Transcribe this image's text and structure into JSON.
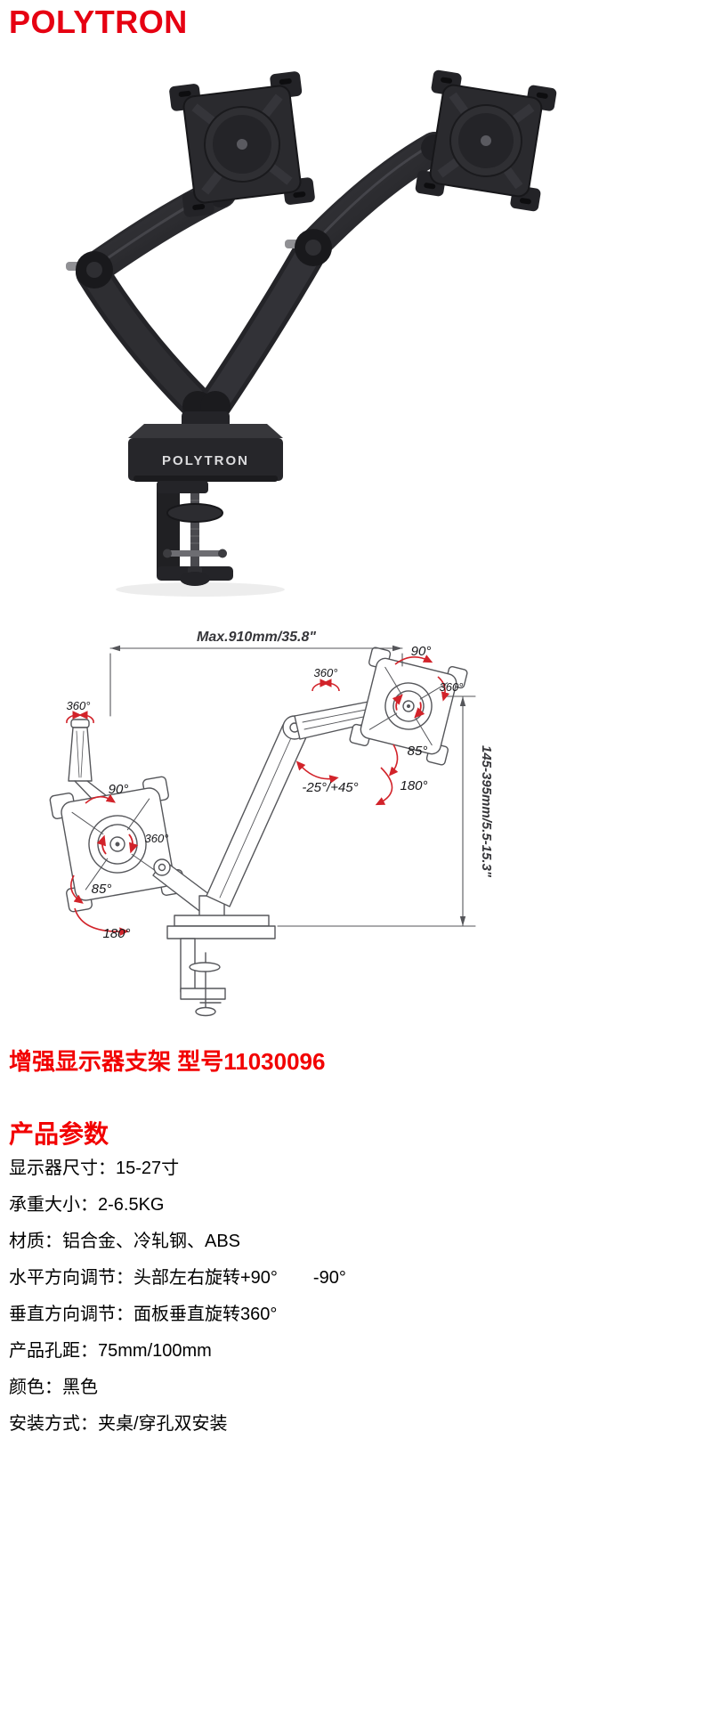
{
  "colors": {
    "brand_red": "#e60012",
    "heading_red": "#f20000",
    "line_gray": "#55565a",
    "arrow_red": "#d2232a",
    "product_black": "#232327"
  },
  "brand": {
    "logo": "POLYTRON"
  },
  "photo": {
    "base_label": "POLYTRON"
  },
  "diagram": {
    "width_dim": "Max.910mm/35.8\"",
    "height_dim": "145-395mm/5.5-15.3\"",
    "angles": {
      "top_right_swivel": "90°",
      "right_plate_rotate": "360°",
      "right_arm_swivel": "360°",
      "right_tilt_up": "85°",
      "right_tilt_down": "180°",
      "arm_range": "-25°/+45°",
      "left_top_swivel": "360°",
      "left_head_swivel": "90°",
      "left_plate_rotate": "360°",
      "left_tilt_up": "85°",
      "left_tilt_down": "180°"
    }
  },
  "title": "增强显示器支架 型号11030096",
  "section_title": "产品参数",
  "specs": [
    "显示器尺寸：15-27寸",
    "承重大小：2-6.5KG",
    "材质：铝合金、冷轧钢、ABS",
    "水平方向调节：头部左右旋转+90°　　-90°",
    "垂直方向调节：面板垂直旋转360°",
    "产品孔距：75mm/100mm",
    "颜色：黑色",
    "安装方式：夹桌/穿孔双安装"
  ]
}
